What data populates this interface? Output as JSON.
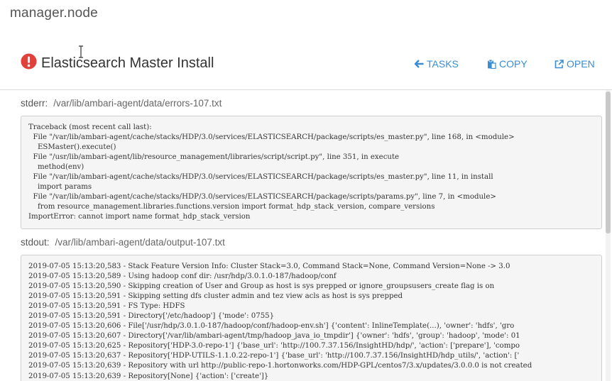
{
  "host": "manager.node",
  "modal": {
    "title": "Elasticsearch Master Install",
    "buttons": {
      "tasks": "TASKS",
      "copy": "COPY",
      "open": "OPEN"
    }
  },
  "stderr": {
    "label": "stderr:",
    "path": "/var/lib/ambari-agent/data/errors-107.txt",
    "lines": [
      "Traceback (most recent call last):",
      "  File \"/var/lib/ambari-agent/cache/stacks/HDP/3.0/services/ELASTICSEARCH/package/scripts/es_master.py\", line 168, in <module>",
      "    ESMaster().execute()",
      "  File \"/usr/lib/ambari-agent/lib/resource_management/libraries/script/script.py\", line 351, in execute",
      "    method(env)",
      "  File \"/var/lib/ambari-agent/cache/stacks/HDP/3.0/services/ELASTICSEARCH/package/scripts/es_master.py\", line 11, in install",
      "    import params",
      "  File \"/var/lib/ambari-agent/cache/stacks/HDP/3.0/services/ELASTICSEARCH/package/scripts/params.py\", line 7, in <module>",
      "    from resource_management.libraries.functions.version import format_hdp_stack_version, compare_versions",
      "ImportError: cannot import name format_hdp_stack_version"
    ]
  },
  "stdout": {
    "label": "stdout:",
    "path": "/var/lib/ambari-agent/data/output-107.txt",
    "lines": [
      "2019-07-05 15:13:20,583 - Stack Feature Version Info: Cluster Stack=3.0, Command Stack=None, Command Version=None -> 3.0",
      "2019-07-05 15:13:20,589 - Using hadoop conf dir: /usr/hdp/3.0.1.0-187/hadoop/conf",
      "2019-07-05 15:13:20,590 - Skipping creation of User and Group as host is sys prepped or ignore_groupsusers_create flag is on",
      "2019-07-05 15:13:20,591 - Skipping setting dfs cluster admin and tez view acls as host is sys prepped",
      "2019-07-05 15:13:20,591 - FS Type: HDFS",
      "2019-07-05 15:13:20,591 - Directory['/etc/hadoop'] {'mode': 0755}",
      "2019-07-05 15:13:20,606 - File['/usr/hdp/3.0.1.0-187/hadoop/conf/hadoop-env.sh'] {'content': InlineTemplate(...), 'owner': 'hdfs', 'gro",
      "2019-07-05 15:13:20,607 - Directory['/var/lib/ambari-agent/tmp/hadoop_java_io_tmpdir'] {'owner': 'hdfs', 'group': 'hadoop', 'mode': 01",
      "2019-07-05 15:13:20,625 - Repository['HDP-3.0-repo-1'] {'base_url': 'http://100.7.37.156/InsightHD/hdp/', 'action': ['prepare'], 'compo",
      "2019-07-05 15:13:20,637 - Repository['HDP-UTILS-1.1.0.22-repo-1'] {'base_url': 'http://100.7.37.156/InsightHD/hdp_utils/', 'action': ['",
      "2019-07-05 15:13:20,639 - Repository with url http://public-repo-1.hortonworks.com/HDP-GPL/centos7/3.x/updates/3.0.0.0 is not created",
      "2019-07-05 15:13:20,639 - Repository[None] {'action': ['create']}"
    ]
  },
  "colors": {
    "accent": "#3a8dd4",
    "alert": "#e0413b"
  }
}
